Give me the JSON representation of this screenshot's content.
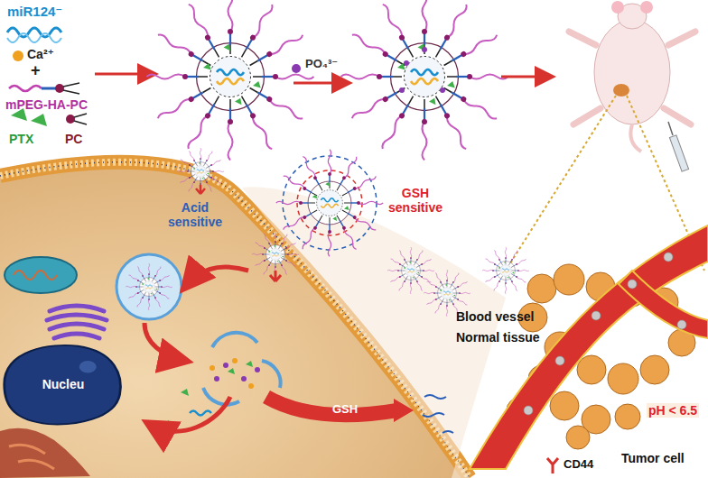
{
  "diagram": {
    "nodes": [
      {
        "text": [
          "Nucleu"
        ]
      }
    ],
    "labels": [
      "miR124⁻",
      "Ca²⁺",
      "+",
      "mPEG-HA-PC",
      "PTX",
      "PC",
      "PO₄³⁻",
      "Acid sensitive",
      "GSH sensitive",
      "Blood vessel",
      "Normal tissue",
      "pH < 6.5",
      "Tumor cell",
      "GSH",
      "CD44"
    ]
  }
}
